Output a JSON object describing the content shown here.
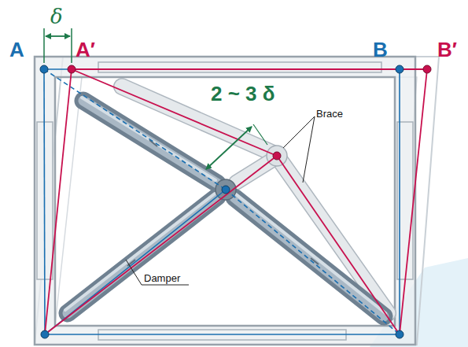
{
  "diagram": {
    "labels": [
      "δ",
      "A",
      "A′",
      "B",
      "B′",
      "2 ~ 3 δ",
      "Brace",
      "Damper"
    ]
  }
}
